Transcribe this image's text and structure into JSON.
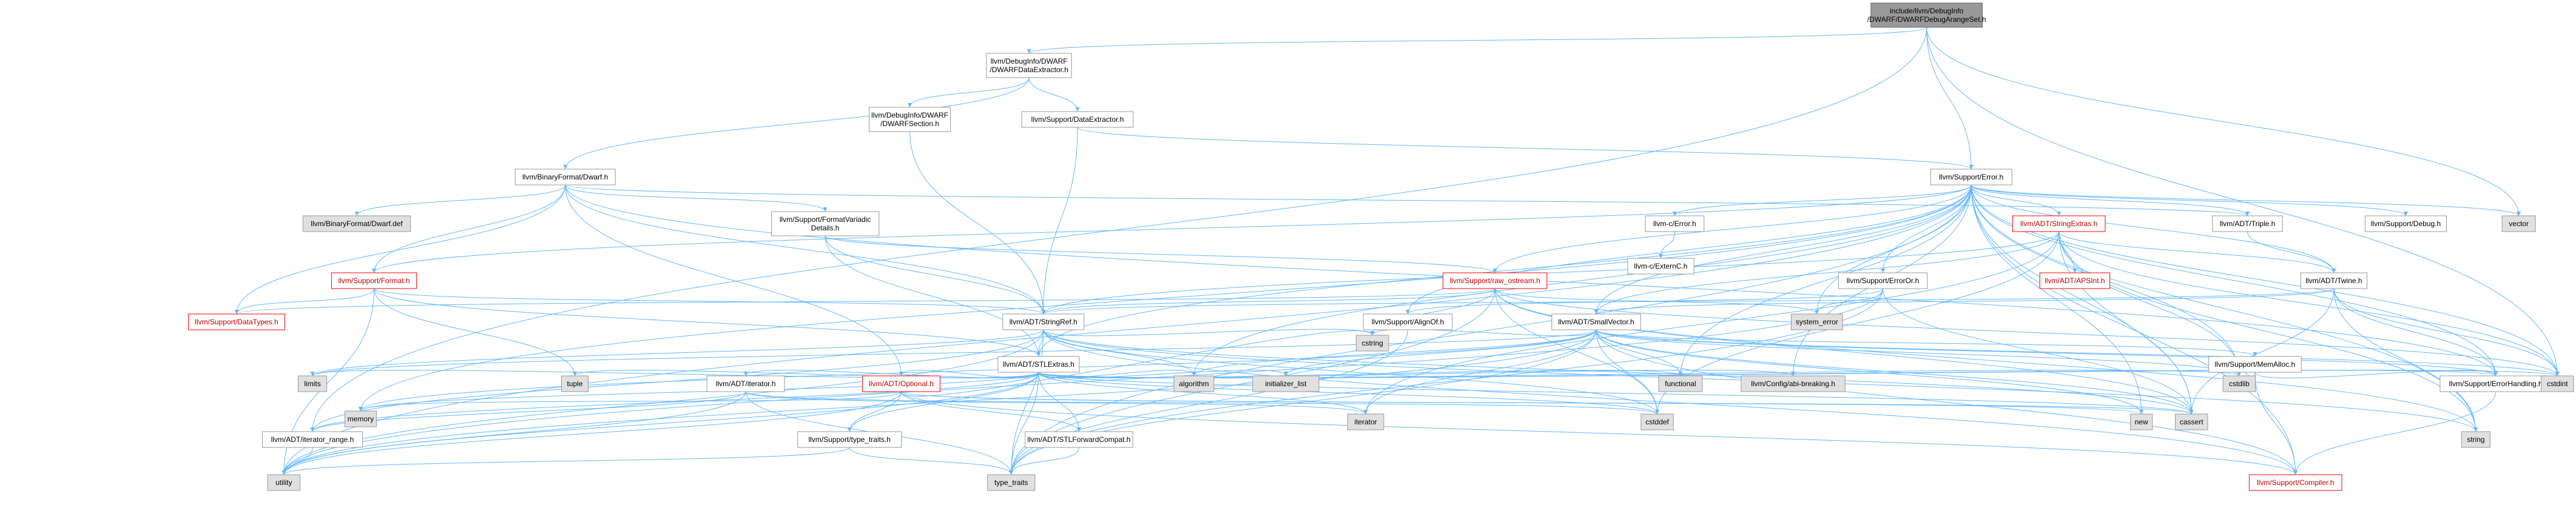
{
  "diagram": {
    "title": "",
    "edge_color": "#63b8ff",
    "nodes": [
      {
        "id": "root",
        "label": [
          "include/llvm/DebugInfo",
          "/DWARF/DWARFDebugArangeSet.h"
        ],
        "style": "root"
      },
      {
        "id": "dwarfdataextractor",
        "label": [
          "llvm/DebugInfo/DWARF",
          "/DWARFDataExtractor.h"
        ],
        "style": "plain"
      },
      {
        "id": "dwarfsection",
        "label": [
          "llvm/DebugInfo/DWARF",
          "/DWARFSection.h"
        ],
        "style": "plain"
      },
      {
        "id": "dataextractor",
        "label": [
          "llvm/Support/DataExtractor.h"
        ],
        "style": "plain"
      },
      {
        "id": "binaryformatdwarf",
        "label": [
          "llvm/BinaryFormat/Dwarf.h"
        ],
        "style": "plain"
      },
      {
        "id": "dwarfdef",
        "label": [
          "llvm/BinaryFormat/Dwarf.def"
        ],
        "style": "grey"
      },
      {
        "id": "formatvariadic",
        "label": [
          "llvm/Support/FormatVariadic",
          "Details.h"
        ],
        "style": "plain"
      },
      {
        "id": "format",
        "label": [
          "llvm/Support/Format.h"
        ],
        "style": "red"
      },
      {
        "id": "datatypes",
        "label": [
          "llvm/Support/DataTypes.h"
        ],
        "style": "red"
      },
      {
        "id": "error",
        "label": [
          "llvm/Support/Error.h"
        ],
        "style": "plain"
      },
      {
        "id": "stringref",
        "label": [
          "llvm/ADT/StringRef.h"
        ],
        "style": "plain"
      },
      {
        "id": "stlextras",
        "label": [
          "llvm/ADT/STLExtras.h"
        ],
        "style": "plain"
      },
      {
        "id": "llvmcerror",
        "label": [
          "llvm-c/Error.h"
        ],
        "style": "plain"
      },
      {
        "id": "externc",
        "label": [
          "llvm-c/ExternC.h"
        ],
        "style": "plain"
      },
      {
        "id": "stringextras",
        "label": [
          "llvm/ADT/StringExtras.h"
        ],
        "style": "red"
      },
      {
        "id": "apsint",
        "label": [
          "llvm/ADT/APSInt.h"
        ],
        "style": "red"
      },
      {
        "id": "triple",
        "label": [
          "llvm/ADT/Triple.h"
        ],
        "style": "plain"
      },
      {
        "id": "debug",
        "label": [
          "llvm/Support/Debug.h"
        ],
        "style": "plain"
      },
      {
        "id": "twine",
        "label": [
          "llvm/ADT/Twine.h"
        ],
        "style": "plain"
      },
      {
        "id": "raw_ostream",
        "label": [
          "llvm/Support/raw_ostream.h"
        ],
        "style": "red"
      },
      {
        "id": "erroror",
        "label": [
          "llvm/Support/ErrorOr.h"
        ],
        "style": "plain"
      },
      {
        "id": "alignof",
        "label": [
          "llvm/Support/AlignOf.h"
        ],
        "style": "plain"
      },
      {
        "id": "smallvector",
        "label": [
          "llvm/ADT/SmallVector.h"
        ],
        "style": "plain"
      },
      {
        "id": "memalloc",
        "label": [
          "llvm/Support/MemAlloc.h"
        ],
        "style": "plain"
      },
      {
        "id": "errorhandling",
        "label": [
          "llvm/Support/ErrorHandling.h"
        ],
        "style": "plain"
      },
      {
        "id": "iterator",
        "label": [
          "llvm/ADT/iterator.h"
        ],
        "style": "plain"
      },
      {
        "id": "optional",
        "label": [
          "llvm/ADT/Optional.h"
        ],
        "style": "red"
      },
      {
        "id": "iterator_range",
        "label": [
          "llvm/ADT/iterator_range.h"
        ],
        "style": "plain"
      },
      {
        "id": "typetraitsllvm",
        "label": [
          "llvm/Support/type_traits.h"
        ],
        "style": "plain"
      },
      {
        "id": "stlforward",
        "label": [
          "llvm/ADT/STLForwardCompat.h"
        ],
        "style": "plain"
      },
      {
        "id": "compiler",
        "label": [
          "llvm/Support/Compiler.h"
        ],
        "style": "red"
      },
      {
        "id": "abibreaking",
        "label": [
          "llvm/Config/abi-breaking.h"
        ],
        "style": "grey"
      },
      {
        "id": "vector",
        "label": [
          "vector"
        ],
        "style": "grey"
      },
      {
        "id": "cstdint",
        "label": [
          "cstdint"
        ],
        "style": "grey"
      },
      {
        "id": "string",
        "label": [
          "string"
        ],
        "style": "grey"
      },
      {
        "id": "system_error",
        "label": [
          "system_error"
        ],
        "style": "grey"
      },
      {
        "id": "cstring",
        "label": [
          "cstring"
        ],
        "style": "grey"
      },
      {
        "id": "cstdlib",
        "label": [
          "cstdlib"
        ],
        "style": "grey"
      },
      {
        "id": "limits",
        "label": [
          "limits"
        ],
        "style": "grey"
      },
      {
        "id": "tuple",
        "label": [
          "tuple"
        ],
        "style": "grey"
      },
      {
        "id": "memory",
        "label": [
          "memory"
        ],
        "style": "grey"
      },
      {
        "id": "algorithm",
        "label": [
          "algorithm"
        ],
        "style": "grey"
      },
      {
        "id": "initializer_list",
        "label": [
          "initializer_list"
        ],
        "style": "grey"
      },
      {
        "id": "functional",
        "label": [
          "functional"
        ],
        "style": "grey"
      },
      {
        "id": "new",
        "label": [
          "new"
        ],
        "style": "grey"
      },
      {
        "id": "cassert",
        "label": [
          "cassert"
        ],
        "style": "grey"
      },
      {
        "id": "iterator_std",
        "label": [
          "iterator"
        ],
        "style": "grey"
      },
      {
        "id": "cstddef",
        "label": [
          "cstddef"
        ],
        "style": "grey"
      },
      {
        "id": "utility",
        "label": [
          "utility"
        ],
        "style": "grey"
      },
      {
        "id": "type_traits",
        "label": [
          "type_traits"
        ],
        "style": "grey"
      }
    ],
    "edges": [
      [
        "root",
        "dwarfdataextractor"
      ],
      [
        "root",
        "error"
      ],
      [
        "root",
        "vector"
      ],
      [
        "root",
        "cstdint"
      ],
      [
        "root",
        "iterator_range"
      ],
      [
        "dwarfdataextractor",
        "dwarfsection"
      ],
      [
        "dwarfdataextractor",
        "dataextractor"
      ],
      [
        "dwarfdataextractor",
        "binaryformatdwarf"
      ],
      [
        "dwarfsection",
        "stringref"
      ],
      [
        "dataextractor",
        "stringref"
      ],
      [
        "dataextractor",
        "error"
      ],
      [
        "binaryformatdwarf",
        "dwarfdef"
      ],
      [
        "binaryformatdwarf",
        "formatvariadic"
      ],
      [
        "binaryformatdwarf",
        "format"
      ],
      [
        "binaryformatdwarf",
        "datatypes"
      ],
      [
        "binaryformatdwarf",
        "optional"
      ],
      [
        "binaryformatdwarf",
        "stringref"
      ],
      [
        "binaryformatdwarf",
        "triple"
      ],
      [
        "binaryformatdwarf",
        "errorhandling"
      ],
      [
        "formatvariadic",
        "stringref"
      ],
      [
        "formatvariadic",
        "stlextras"
      ],
      [
        "formatvariadic",
        "raw_ostream"
      ],
      [
        "format",
        "datatypes"
      ],
      [
        "format",
        "stringref"
      ],
      [
        "format",
        "stlextras"
      ],
      [
        "format",
        "utility"
      ],
      [
        "format",
        "tuple"
      ],
      [
        "error",
        "llvmcerror"
      ],
      [
        "error",
        "stringextras"
      ],
      [
        "error",
        "triple"
      ],
      [
        "error",
        "debug"
      ],
      [
        "error",
        "twine"
      ],
      [
        "error",
        "raw_ostream"
      ],
      [
        "error",
        "erroror"
      ],
      [
        "error",
        "alignof"
      ],
      [
        "error",
        "smallvector"
      ],
      [
        "error",
        "format"
      ],
      [
        "error",
        "errorhandling"
      ],
      [
        "error",
        "compiler"
      ],
      [
        "error",
        "abibreaking"
      ],
      [
        "error",
        "vector"
      ],
      [
        "error",
        "cstdint"
      ],
      [
        "error",
        "string"
      ],
      [
        "error",
        "system_error"
      ],
      [
        "error",
        "cstdlib"
      ],
      [
        "error",
        "algorithm"
      ],
      [
        "error",
        "functional"
      ],
      [
        "error",
        "memory"
      ],
      [
        "error",
        "new"
      ],
      [
        "error",
        "cassert"
      ],
      [
        "error",
        "type_traits"
      ],
      [
        "error",
        "utility"
      ],
      [
        "error",
        "stlextras"
      ],
      [
        "llvmcerror",
        "externc"
      ],
      [
        "stringextras",
        "apsint"
      ],
      [
        "stringextras",
        "stringref"
      ],
      [
        "stringextras",
        "twine"
      ],
      [
        "stringextras",
        "smallvector"
      ],
      [
        "stringextras",
        "cstdint"
      ],
      [
        "stringextras",
        "string"
      ],
      [
        "stringextras",
        "cassert"
      ],
      [
        "stringextras",
        "cstddef"
      ],
      [
        "stringextras",
        "cstdlib"
      ],
      [
        "stringextras",
        "iterator_std"
      ],
      [
        "triple",
        "twine"
      ],
      [
        "twine",
        "smallvector"
      ],
      [
        "twine",
        "stringref"
      ],
      [
        "twine",
        "errorhandling"
      ],
      [
        "twine",
        "cassert"
      ],
      [
        "twine",
        "cstdint"
      ],
      [
        "twine",
        "string"
      ],
      [
        "raw_ostream",
        "stringref"
      ],
      [
        "raw_ostream",
        "datatypes"
      ],
      [
        "raw_ostream",
        "cassert"
      ],
      [
        "raw_ostream",
        "cstddef"
      ],
      [
        "raw_ostream",
        "cstdint"
      ],
      [
        "raw_ostream",
        "cstring"
      ],
      [
        "raw_ostream",
        "string"
      ],
      [
        "raw_ostream",
        "system_error"
      ],
      [
        "raw_ostream",
        "type_traits"
      ],
      [
        "erroror",
        "alignof"
      ],
      [
        "erroror",
        "cassert"
      ],
      [
        "erroror",
        "system_error"
      ],
      [
        "erroror",
        "type_traits"
      ],
      [
        "erroror",
        "utility"
      ],
      [
        "alignof",
        "type_traits"
      ],
      [
        "smallvector",
        "compiler"
      ],
      [
        "smallvector",
        "errorhandling"
      ],
      [
        "smallvector",
        "memalloc"
      ],
      [
        "smallvector",
        "type_traits"
      ],
      [
        "smallvector",
        "algorithm"
      ],
      [
        "smallvector",
        "cassert"
      ],
      [
        "smallvector",
        "cstddef"
      ],
      [
        "smallvector",
        "cstdlib"
      ],
      [
        "smallvector",
        "cstring"
      ],
      [
        "smallvector",
        "functional"
      ],
      [
        "smallvector",
        "initializer_list"
      ],
      [
        "smallvector",
        "iterator_std"
      ],
      [
        "smallvector",
        "limits"
      ],
      [
        "smallvector",
        "memory"
      ],
      [
        "smallvector",
        "new"
      ],
      [
        "smallvector",
        "utility"
      ],
      [
        "smallvector",
        "cstdint"
      ],
      [
        "memalloc",
        "compiler"
      ],
      [
        "memalloc",
        "errorhandling"
      ],
      [
        "memalloc",
        "cstdlib"
      ],
      [
        "errorhandling",
        "compiler"
      ],
      [
        "stringref",
        "stlextras"
      ],
      [
        "stringref",
        "iterator_range"
      ],
      [
        "stringref",
        "compiler"
      ],
      [
        "stringref",
        "algorithm"
      ],
      [
        "stringref",
        "cassert"
      ],
      [
        "stringref",
        "cstddef"
      ],
      [
        "stringref",
        "cstring"
      ],
      [
        "stringref",
        "limits"
      ],
      [
        "stringref",
        "string"
      ],
      [
        "stringref",
        "type_traits"
      ],
      [
        "stringref",
        "utility"
      ],
      [
        "stlextras",
        "stlforward"
      ],
      [
        "stlextras",
        "iterator"
      ],
      [
        "stlextras",
        "iterator_range"
      ],
      [
        "stlextras",
        "optional"
      ],
      [
        "stlextras",
        "typetraitsllvm"
      ],
      [
        "stlextras",
        "abibreaking"
      ],
      [
        "stlextras",
        "errorhandling"
      ],
      [
        "stlextras",
        "algorithm"
      ],
      [
        "stlextras",
        "cassert"
      ],
      [
        "stlextras",
        "cstddef"
      ],
      [
        "stlextras",
        "cstdint"
      ],
      [
        "stlextras",
        "cstdlib"
      ],
      [
        "stlextras",
        "functional"
      ],
      [
        "stlextras",
        "initializer_list"
      ],
      [
        "stlextras",
        "iterator_std"
      ],
      [
        "stlextras",
        "limits"
      ],
      [
        "stlextras",
        "memory"
      ],
      [
        "stlextras",
        "tuple"
      ],
      [
        "stlextras",
        "type_traits"
      ],
      [
        "stlextras",
        "utility"
      ],
      [
        "iterator",
        "iterator_range"
      ],
      [
        "iterator",
        "cstddef"
      ],
      [
        "iterator",
        "iterator_std"
      ],
      [
        "iterator",
        "type_traits"
      ],
      [
        "iterator",
        "utility"
      ],
      [
        "optional",
        "compiler"
      ],
      [
        "optional",
        "typetraitsllvm"
      ],
      [
        "optional",
        "stlforward"
      ],
      [
        "optional",
        "cassert"
      ],
      [
        "optional",
        "cstring"
      ],
      [
        "optional",
        "new"
      ],
      [
        "optional",
        "utility"
      ],
      [
        "optional",
        "memory"
      ],
      [
        "iterator_range",
        "utility"
      ],
      [
        "typetraitsllvm",
        "type_traits"
      ],
      [
        "typetraitsllvm",
        "utility"
      ],
      [
        "stlforward",
        "type_traits"
      ]
    ]
  }
}
